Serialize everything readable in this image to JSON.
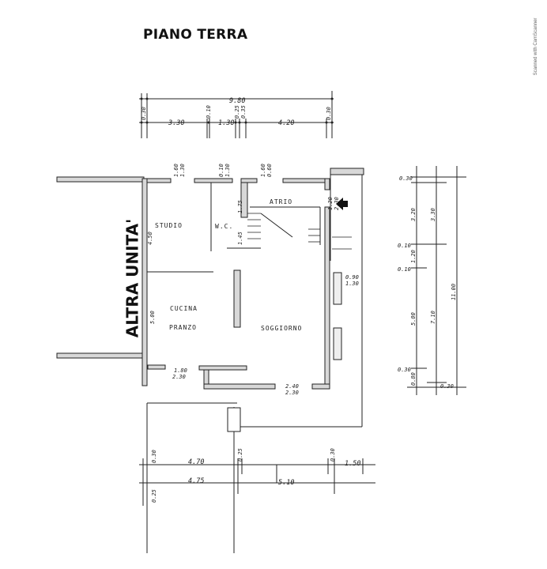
{
  "title": "PIANO TERRA",
  "scanner_note": "Scanned with CamScanner",
  "adjacent_label": "ALTRA UNITA'",
  "rooms": {
    "studio": "STUDIO",
    "wc": "W.C.",
    "atrio": "ATRIO",
    "cucina": "CUCINA",
    "pranzo": "PRANZO",
    "soggiorno": "SOGGIORNO"
  },
  "top_dimensions": {
    "total": "9.80",
    "left_wall": "0.30",
    "right_wall": "0.30",
    "segments": [
      "3.30",
      "0.10",
      "1.30",
      "0.25",
      "0.35",
      "4.20"
    ]
  },
  "window_dimensions": {
    "studio_window": [
      "1.60",
      "1.30"
    ],
    "wc_window": [
      "0.10",
      "1.30"
    ],
    "atrio_window": [
      "1.60",
      "0.60"
    ],
    "entrance_door": [
      "1.20",
      "2.30"
    ],
    "stair_window": [
      "0.90",
      "1.30"
    ],
    "kitchen_window": [
      "1.80",
      "2.30"
    ],
    "living_window": [
      "2.40",
      "2.30"
    ]
  },
  "interior_dimensions": {
    "studio_height": "4.50",
    "wc_stair": "1.75",
    "stair_landing": "1.45",
    "kitchen_height": "5.00"
  },
  "right_dimensions": {
    "column1": [
      "0.30",
      "3.20",
      "0.10",
      "1.20",
      "0.10",
      "5.00",
      "0.30",
      "0.80"
    ],
    "column2": [
      "3.30",
      "7.10",
      "0.30"
    ],
    "total": "11.00"
  },
  "bottom_dimensions": {
    "row1": [
      "0.30",
      "4.70",
      "0.25",
      "0.30",
      "1.50"
    ],
    "row2": [
      "0.25",
      "4.75",
      "5.10"
    ]
  }
}
